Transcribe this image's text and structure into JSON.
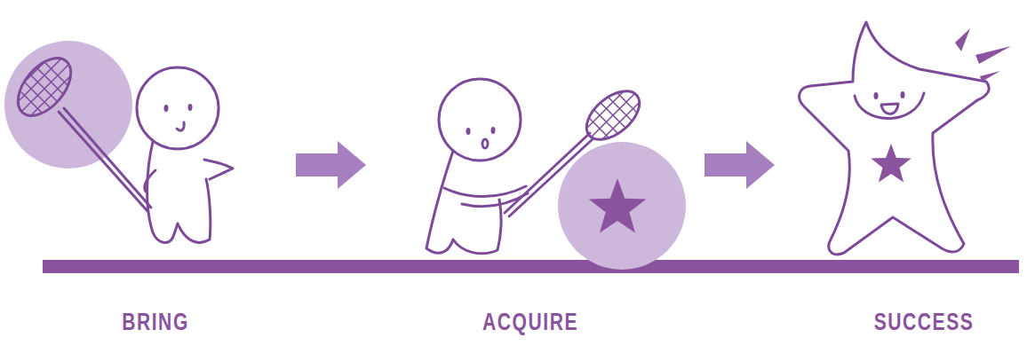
{
  "diagram": {
    "nodes": [
      {
        "text": [
          "BRING"
        ]
      },
      {
        "text": [
          "ACQUIRE"
        ]
      },
      {
        "text": [
          "SUCCESS"
        ]
      }
    ],
    "edges": [
      {
        "from": 0,
        "to": 1,
        "arrow": "to"
      },
      {
        "from": 1,
        "to": 2,
        "arrow": "to"
      }
    ]
  }
}
